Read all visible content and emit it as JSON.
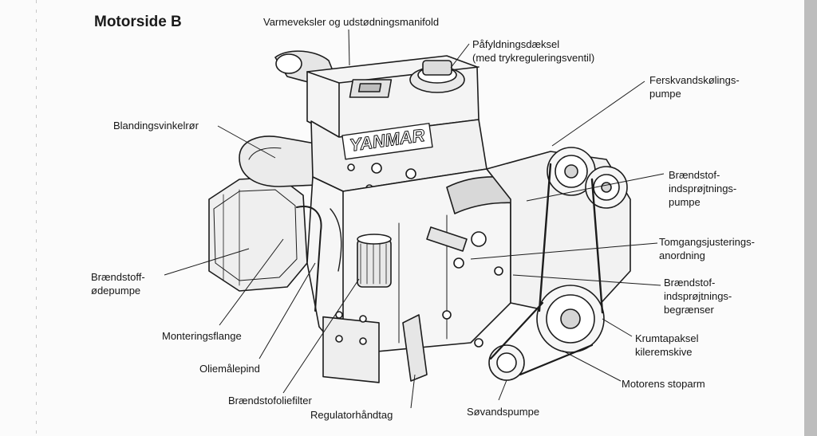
{
  "title": "Motorside B",
  "brand": "YANMAR",
  "labels": {
    "varmeveksler": "Varmeveksler og udstødningsmanifold",
    "pafyldning": "Påfyldningsdæksel\n(med trykreguleringsventil)",
    "ferskvand": "Ferskvandskølings-\npumpe",
    "blanding": "Blandingsvinkelrør",
    "braendstof_indsp": "Brændstof-\nindsprøjtnings-\npumpe",
    "tomgang": "Tomgangsjusterings-\nanordning",
    "braendstof_fode": "Brændstoff-\nødepumpe",
    "begraenser": "Brændstof-\nindsprøjtnings-\nbegrænser",
    "monteringsflange": "Monteringsflange",
    "krumtap": "Krumtapaksel\nkileremskive",
    "oliemale": "Oliemålepind",
    "stoparm": "Motorens stoparm",
    "filter": "Brændstofoliefilter",
    "regulator": "Regulatorhåndtag",
    "sovand": "Søvandspumpe"
  }
}
